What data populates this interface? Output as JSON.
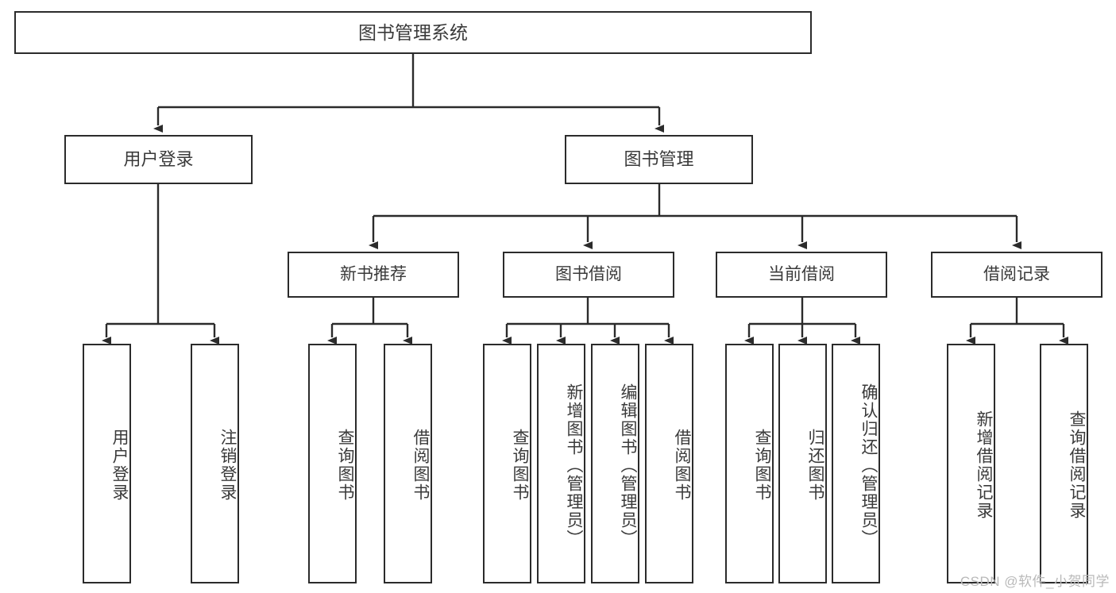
{
  "diagram": {
    "type": "tree",
    "title": "图书管理系统",
    "watermark": "CSDN @软件_小贺同学",
    "colors": {
      "box_border": "#2b2b2b",
      "box_fill": "#ffffff",
      "connector": "#2b2b2b",
      "text": "#3a3a3a",
      "watermark": "#b9b9b9",
      "background": "#ffffff"
    },
    "nodes": {
      "root": {
        "label": "图书管理系统"
      },
      "level2": [
        {
          "id": "user-login",
          "label": "用户登录"
        },
        {
          "id": "book-management",
          "label": "图书管理"
        }
      ],
      "level3": [
        {
          "id": "new-book-recommend",
          "label": "新书推荐"
        },
        {
          "id": "book-borrow",
          "label": "图书借阅"
        },
        {
          "id": "current-borrow",
          "label": "当前借阅"
        },
        {
          "id": "borrow-record",
          "label": "借阅记录"
        }
      ],
      "leaves": {
        "user_login": [
          {
            "id": "leaf-user-login",
            "label": "用户登录"
          },
          {
            "id": "leaf-logout",
            "label": "注销登录"
          }
        ],
        "new_book_recommend": [
          {
            "id": "leaf-query-book-1",
            "label": "查询图书"
          },
          {
            "id": "leaf-borrow-book-1",
            "label": "借阅图书"
          }
        ],
        "book_borrow": [
          {
            "id": "leaf-query-book-2",
            "label": "查询图书"
          },
          {
            "id": "leaf-add-book",
            "label": "新增图书（管理员）"
          },
          {
            "id": "leaf-edit-book",
            "label": "编辑图书（管理员）"
          },
          {
            "id": "leaf-borrow-book-2",
            "label": "借阅图书"
          }
        ],
        "current_borrow": [
          {
            "id": "leaf-query-book-3",
            "label": "查询图书"
          },
          {
            "id": "leaf-return-book",
            "label": "归还图书"
          },
          {
            "id": "leaf-confirm-return",
            "label": "确认归还（管理员）"
          }
        ],
        "borrow_record": [
          {
            "id": "leaf-add-record",
            "label": "新增借阅记录"
          },
          {
            "id": "leaf-query-record",
            "label": "查询借阅记录"
          }
        ]
      }
    }
  }
}
